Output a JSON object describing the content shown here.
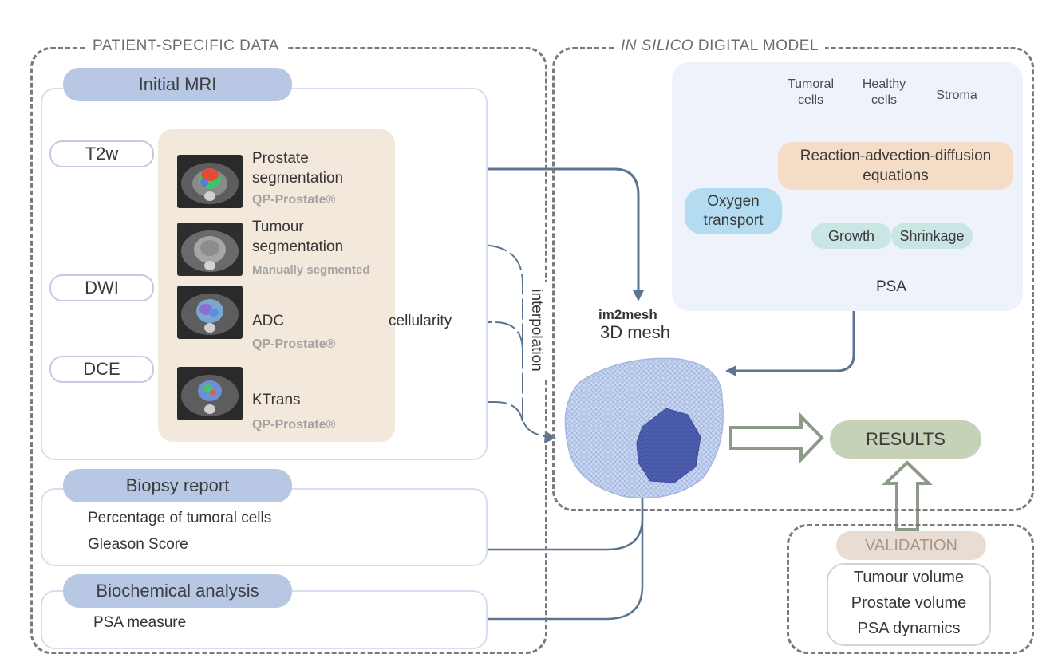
{
  "sections": {
    "patient_data": "PATIENT-SPECIFIC DATA",
    "in_silico_italic": "IN SILICO",
    "digital_model": " DIGITAL MODEL"
  },
  "mri": {
    "title": "Initial MRI",
    "modalities": [
      "T2w",
      "DWI",
      "DCE"
    ],
    "prostate_seg": "Prostate",
    "prostate_seg2": "segmentation",
    "tumour_seg": "Tumour",
    "tumour_seg2": "segmentation",
    "manual": "Manually segmented",
    "adc": "ADC",
    "cellularity": "cellularity",
    "ktrans": "KTrans",
    "qp": "QP-Prostate®",
    "interpolation": "interpolation"
  },
  "biopsy": {
    "title": "Biopsy report",
    "line1": "Percentage of tumoral cells",
    "line2": "Gleason Score"
  },
  "biochem": {
    "title": "Biochemical analysis",
    "line1": "PSA measure"
  },
  "model": {
    "tumoral1": "Tumoral",
    "tumoral2": "cells",
    "healthy1": "Healthy",
    "healthy2": "cells",
    "stroma": "Stroma",
    "eq1": "Reaction-advection-diffusion",
    "eq2": "equations",
    "oxy1": "Oxygen",
    "oxy2": "transport",
    "growth": "Growth",
    "shrinkage": "Shrinkage",
    "psa": "PSA"
  },
  "mesh": {
    "tool": "im2mesh",
    "label": "3D mesh"
  },
  "results": "RESULTS",
  "validation": {
    "title": "VALIDATION",
    "items": [
      "Tumour volume",
      "Prostate volume",
      "PSA dynamics"
    ]
  },
  "colors": {
    "pill": "#b7c7e4",
    "beige": "#f3e8dc",
    "eq": "#f4dcc7",
    "oxygen": "#b3dcf0",
    "teal": "#c9e6e4",
    "results": "#c6d2b8",
    "arrow": "#5b7590"
  }
}
